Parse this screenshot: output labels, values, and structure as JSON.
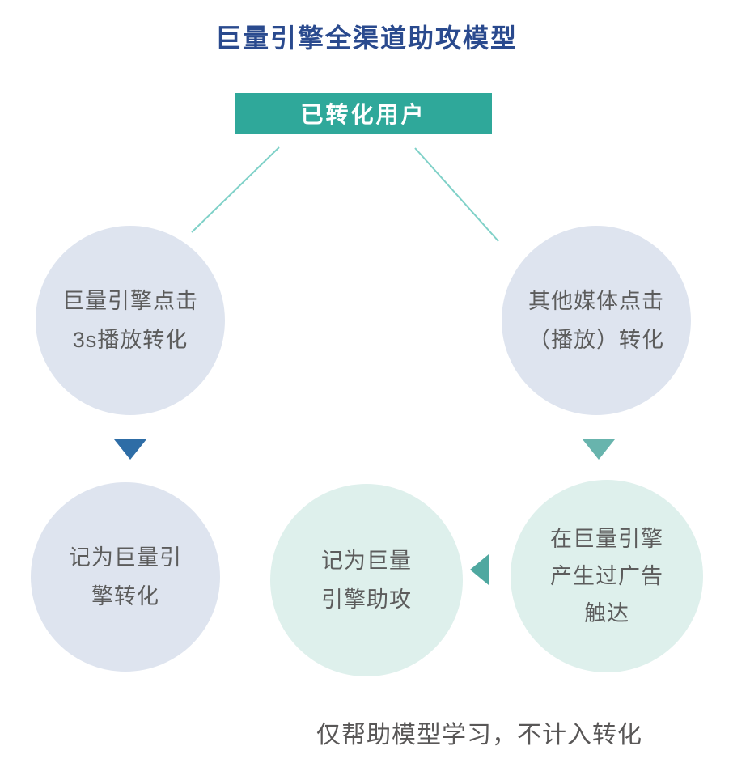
{
  "title": "巨量引擎全渠道助攻模型",
  "root_node": {
    "label": "已转化用户"
  },
  "nodes": {
    "top_left": {
      "line1": "巨量引擎点击",
      "line2": "3s播放转化"
    },
    "top_right": {
      "line1": "其他媒体点击",
      "line2": "（播放）转化"
    },
    "bottom_left": {
      "line1": "记为巨量引",
      "line2": "擎转化"
    },
    "bottom_mid": {
      "line1": "记为巨量",
      "line2": "引擎助攻"
    },
    "bottom_right": {
      "line1": "在巨量引擎",
      "line2": "产生过广告",
      "line3": "触达"
    }
  },
  "footnote": "仅帮助模型学习，不计入转化",
  "colors": {
    "title_text": "#2a4a8e",
    "root_box_bg": "#2fa89a",
    "lavender_circle": "#dee4ef",
    "mint_circle": "#def0ec",
    "connector_line": "#7fd1c8",
    "arrow_blue": "#2e6da6",
    "arrow_teal": "#68b4ad",
    "arrow_teal_dark": "#4fa8a0",
    "circle_text": "#5c5c5c",
    "footnote_text": "#595757"
  }
}
